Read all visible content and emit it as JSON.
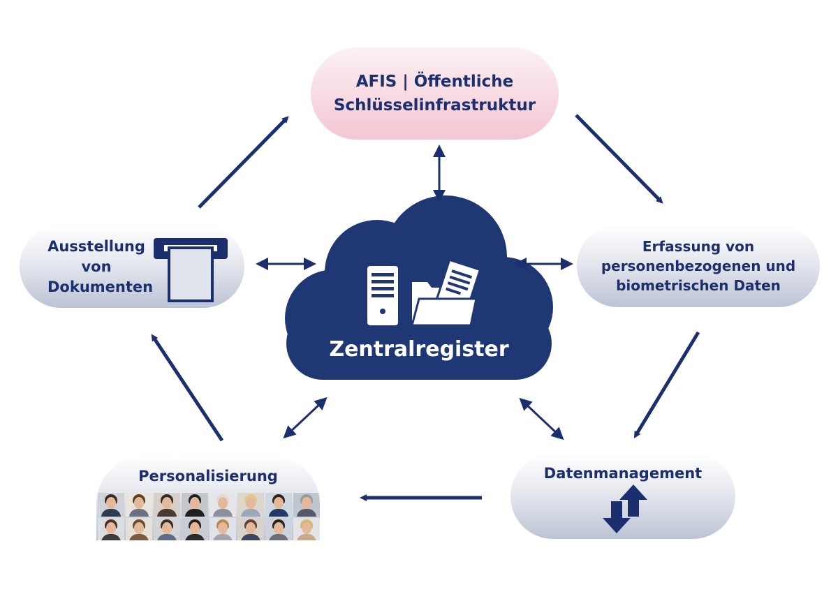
{
  "nodes": {
    "afis": [
      "AFIS | Öffentliche",
      "Schlüsselinfrastruktur"
    ],
    "ausstellung": [
      "Ausstellung",
      "von",
      "Dokumenten"
    ],
    "erfassung": [
      "Erfassung von",
      "personenbezogenen und",
      "biometrischen Daten"
    ],
    "datenmanagement": "Datenmanagement",
    "personalisierung": "Personalisierung",
    "zentralregister": "Zentralregister"
  },
  "colors": {
    "navy": "#1b2f6e",
    "cloud": "#1f3874",
    "pink": "#f4c6d2",
    "grey": "#c9cfdc"
  },
  "icons": [
    "server-icon",
    "folder-document-icon",
    "document-slot-icon",
    "data-exchange-icon",
    "portrait-icon"
  ]
}
